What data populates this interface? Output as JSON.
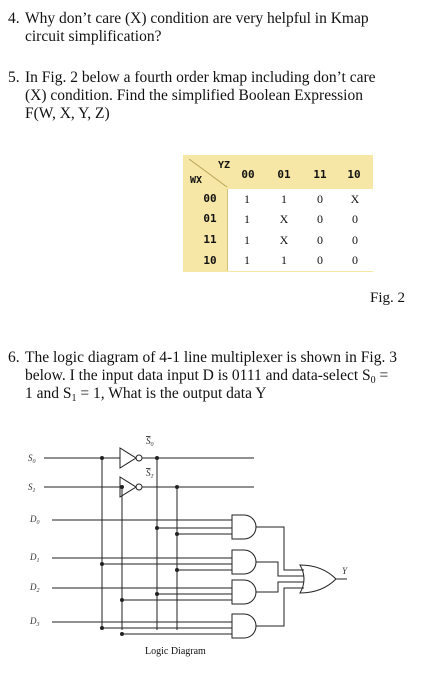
{
  "q4": {
    "num": "4.",
    "line1": "Why don’t care (X) condition are very helpful in Kmap",
    "line2": "circuit simplification?"
  },
  "q5": {
    "num": "5.",
    "line1": "In Fig. 2 below a fourth order kmap including don’t care",
    "line2": "(X) condition.  Find the simplified Boolean Expression",
    "line3": "F(W, X, Y, Z)"
  },
  "kmap": {
    "yz_label": "YZ",
    "wx_label": "WX",
    "col_headers": [
      "00",
      "01",
      "11",
      "10"
    ],
    "row_headers": [
      "00",
      "01",
      "11",
      "10"
    ],
    "cells": [
      [
        "1",
        "1",
        "0",
        "X"
      ],
      [
        "1",
        "X",
        "0",
        "0"
      ],
      [
        "1",
        "X",
        "0",
        "0"
      ],
      [
        "1",
        "1",
        "0",
        "0"
      ]
    ]
  },
  "fig2_label": "Fig. 2",
  "q6": {
    "num": "6.",
    "line1": "The logic diagram of 4-1 line multiplexer is shown in Fig. 3",
    "line2": "below. I the input data input D is 0111 and data-select S",
    "line2_sub": "0",
    "line2_end": " =",
    "line3a": "1 and S",
    "line3_sub": "1",
    "line3b": " = 1, What is the output data Y"
  },
  "logic": {
    "s0": "S",
    "s0_sub": "0",
    "s1": "S",
    "s1_sub": "1",
    "s0bar": "S",
    "s0bar_sub": "0",
    "s1bar": "S",
    "s1bar_sub": "1",
    "d0": "D",
    "d0_sub": "0",
    "d1": "D",
    "d1_sub": "1",
    "d2": "D",
    "d2_sub": "2",
    "d3": "D",
    "d3_sub": "3",
    "y": "Y",
    "caption": "Logic Diagram"
  }
}
